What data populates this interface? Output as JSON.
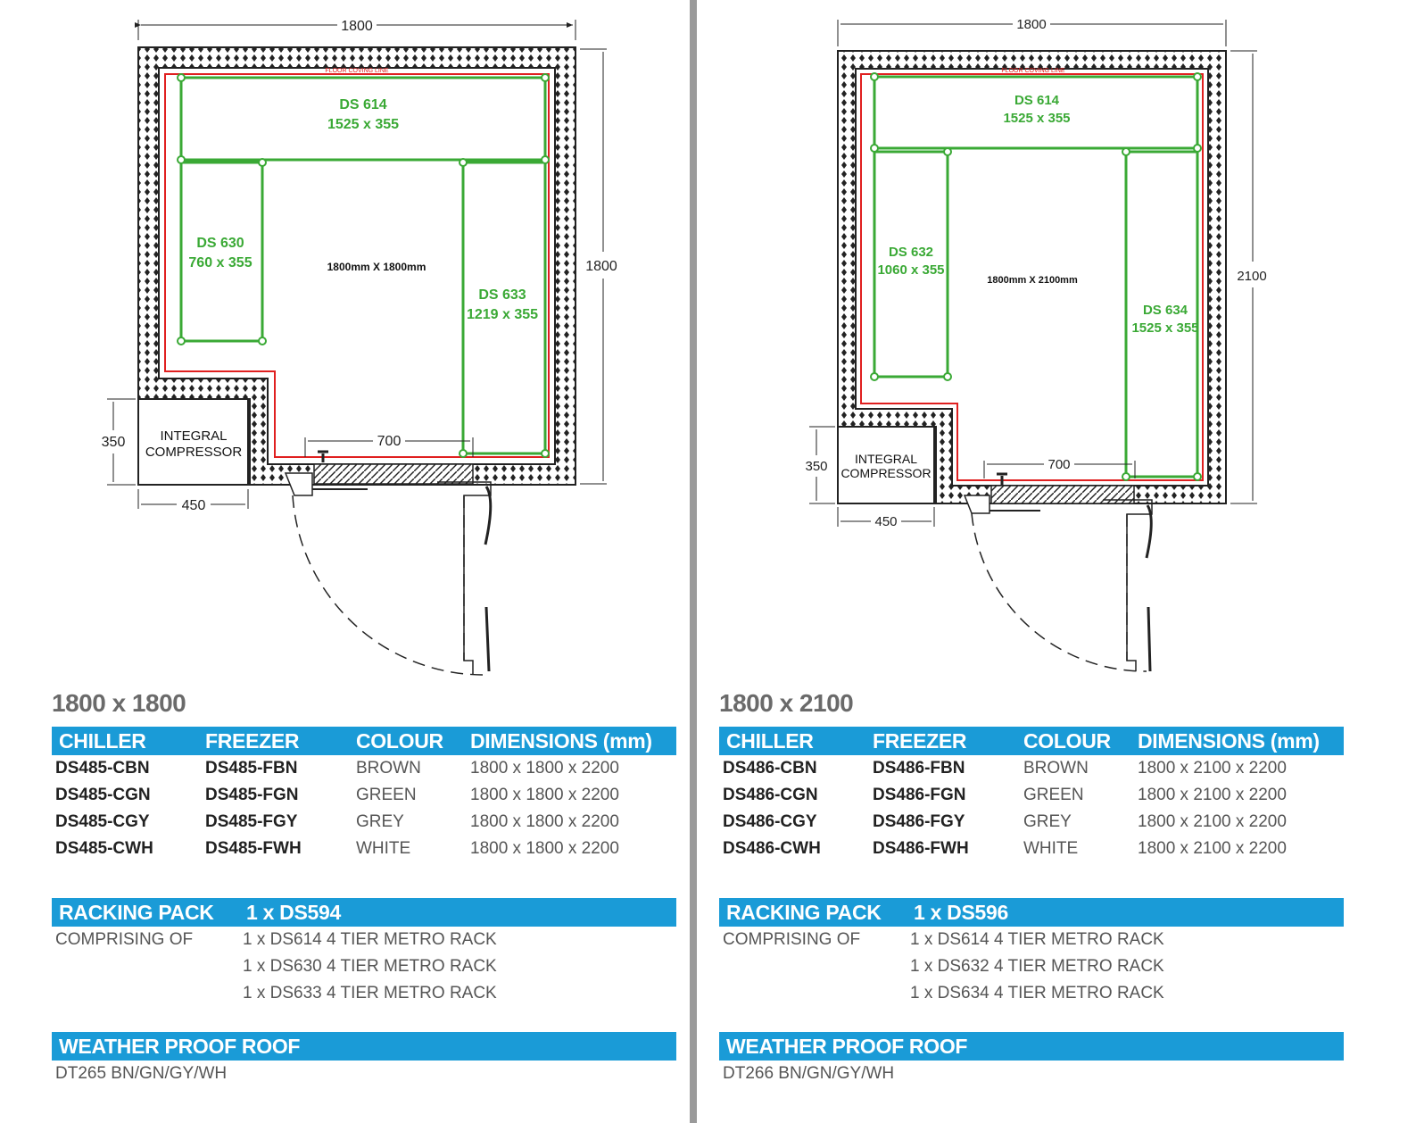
{
  "left": {
    "plan": {
      "overall_width": "1800",
      "overall_depth": "1800",
      "floor_coving_line": "FLOOR COVING LINE",
      "interior_label": "1800mm X 1800mm",
      "shelves": [
        {
          "code": "DS 614",
          "size": "1525 x 355"
        },
        {
          "code": "DS 630",
          "size": "760 x 355"
        },
        {
          "code": "DS 633",
          "size": "1219 x 355"
        }
      ],
      "door_width": "700",
      "compressor_label_1": "INTEGRAL",
      "compressor_label_2": "COMPRESSOR",
      "compressor_depth": "350",
      "compressor_width": "450"
    },
    "title": "1800 x 1800",
    "headers": {
      "chiller": "CHILLER",
      "freezer": "FREEZER",
      "colour": "COLOUR",
      "dimensions": "DIMENSIONS (mm)"
    },
    "rows": [
      {
        "chiller": "DS485-CBN",
        "freezer": "DS485-FBN",
        "colour": "BROWN",
        "dimensions": "1800 x 1800 x 2200"
      },
      {
        "chiller": "DS485-CGN",
        "freezer": "DS485-FGN",
        "colour": "GREEN",
        "dimensions": "1800 x 1800 x 2200"
      },
      {
        "chiller": "DS485-CGY",
        "freezer": "DS485-FGY",
        "colour": "GREY",
        "dimensions": "1800 x 1800 x 2200"
      },
      {
        "chiller": "DS485-CWH",
        "freezer": "DS485-FWH",
        "colour": "WHITE",
        "dimensions": "1800 x 1800 x 2200"
      }
    ],
    "racking": {
      "label": "RACKING PACK",
      "pack": "1 x DS594",
      "comprising": "COMPRISING OF",
      "items": [
        "1 x DS614 4 TIER METRO RACK",
        "1 x DS630 4 TIER METRO RACK",
        "1 x DS633 4 TIER METRO RACK"
      ]
    },
    "roof": {
      "label": "WEATHER PROOF ROOF",
      "code": "DT265 BN/GN/GY/WH"
    }
  },
  "right": {
    "plan": {
      "overall_width": "1800",
      "overall_depth": "2100",
      "floor_coving_line": "FLOOR COVING LINE",
      "interior_label": "1800mm X 2100mm",
      "shelves": [
        {
          "code": "DS 614",
          "size": "1525 x 355"
        },
        {
          "code": "DS 632",
          "size": "1060 x 355"
        },
        {
          "code": "DS 634",
          "size": "1525 x 355"
        }
      ],
      "door_width": "700",
      "compressor_label_1": "INTEGRAL",
      "compressor_label_2": "COMPRESSOR",
      "compressor_depth": "350",
      "compressor_width": "450"
    },
    "title": "1800 x 2100",
    "headers": {
      "chiller": "CHILLER",
      "freezer": "FREEZER",
      "colour": "COLOUR",
      "dimensions": "DIMENSIONS (mm)"
    },
    "rows": [
      {
        "chiller": "DS486-CBN",
        "freezer": "DS486-FBN",
        "colour": "BROWN",
        "dimensions": "1800 x 2100 x 2200"
      },
      {
        "chiller": "DS486-CGN",
        "freezer": "DS486-FGN",
        "colour": "GREEN",
        "dimensions": "1800 x 2100 x 2200"
      },
      {
        "chiller": "DS486-CGY",
        "freezer": "DS486-FGY",
        "colour": "GREY",
        "dimensions": "1800 x 2100 x 2200"
      },
      {
        "chiller": "DS486-CWH",
        "freezer": "DS486-FWH",
        "colour": "WHITE",
        "dimensions": "1800 x 2100 x 2200"
      }
    ],
    "racking": {
      "label": "RACKING PACK",
      "pack": "1 x DS596",
      "comprising": "COMPRISING OF",
      "items": [
        "1 x DS614 4 TIER METRO RACK",
        "1 x DS632 4 TIER METRO RACK",
        "1 x DS634 4 TIER METRO RACK"
      ]
    },
    "roof": {
      "label": "WEATHER PROOF ROOF",
      "code": "DT266 BN/GN/GY/WH"
    }
  },
  "colors": {
    "accent": "#1a9bd7",
    "shelf": "#3aa935",
    "coving": "#e02020",
    "divider": "#9a9a9a"
  }
}
